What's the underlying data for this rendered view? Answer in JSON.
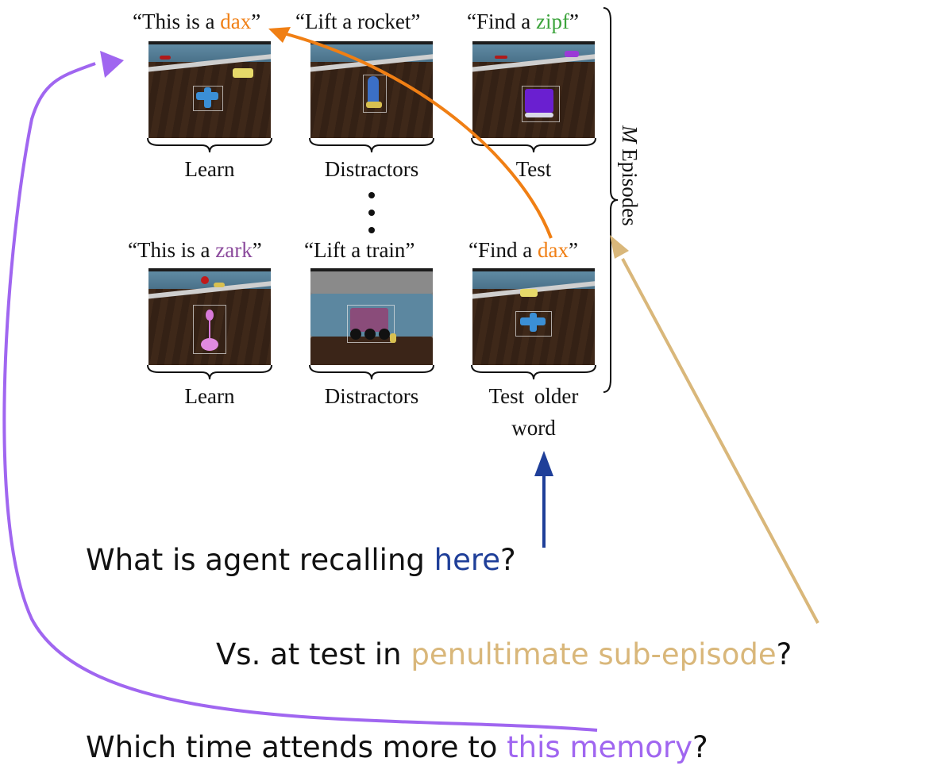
{
  "colors": {
    "orange": "#f07f14",
    "green": "#3ba33b",
    "purple_word": "#8b4a9c",
    "blue": "#1f3f99",
    "tan": "#d9b77a",
    "violet": "#a066f0"
  },
  "top_row": {
    "captions": [
      {
        "pre": "“This is a ",
        "word": "dax",
        "post": "”"
      },
      {
        "pre": "“Lift a rocket”",
        "word": "",
        "post": ""
      },
      {
        "pre": "“Find a ",
        "word": "zipf",
        "post": "”"
      }
    ],
    "labels": [
      "Learn",
      "Distractors",
      "Test"
    ]
  },
  "bottom_row": {
    "captions": [
      {
        "pre": "“This is a ",
        "word": "zark",
        "post": "”"
      },
      {
        "pre": "“Lift a train”",
        "word": "",
        "post": ""
      },
      {
        "pre": "“Find a ",
        "word": "dax",
        "post": "”"
      }
    ],
    "labels": [
      "Learn",
      "Distractors",
      "Test older",
      "word"
    ]
  },
  "episodes_label": {
    "m": "M",
    "rest": "Episodes"
  },
  "questions": {
    "q1": {
      "pre": "What is agent recalling ",
      "hl": "here",
      "post": "?"
    },
    "q2": {
      "pre": "Vs. at test in ",
      "hl": "penultimate sub-episode",
      "post": "?"
    },
    "q3": {
      "pre": "Which time attends more to ",
      "hl": "this memory",
      "post": "?"
    }
  }
}
